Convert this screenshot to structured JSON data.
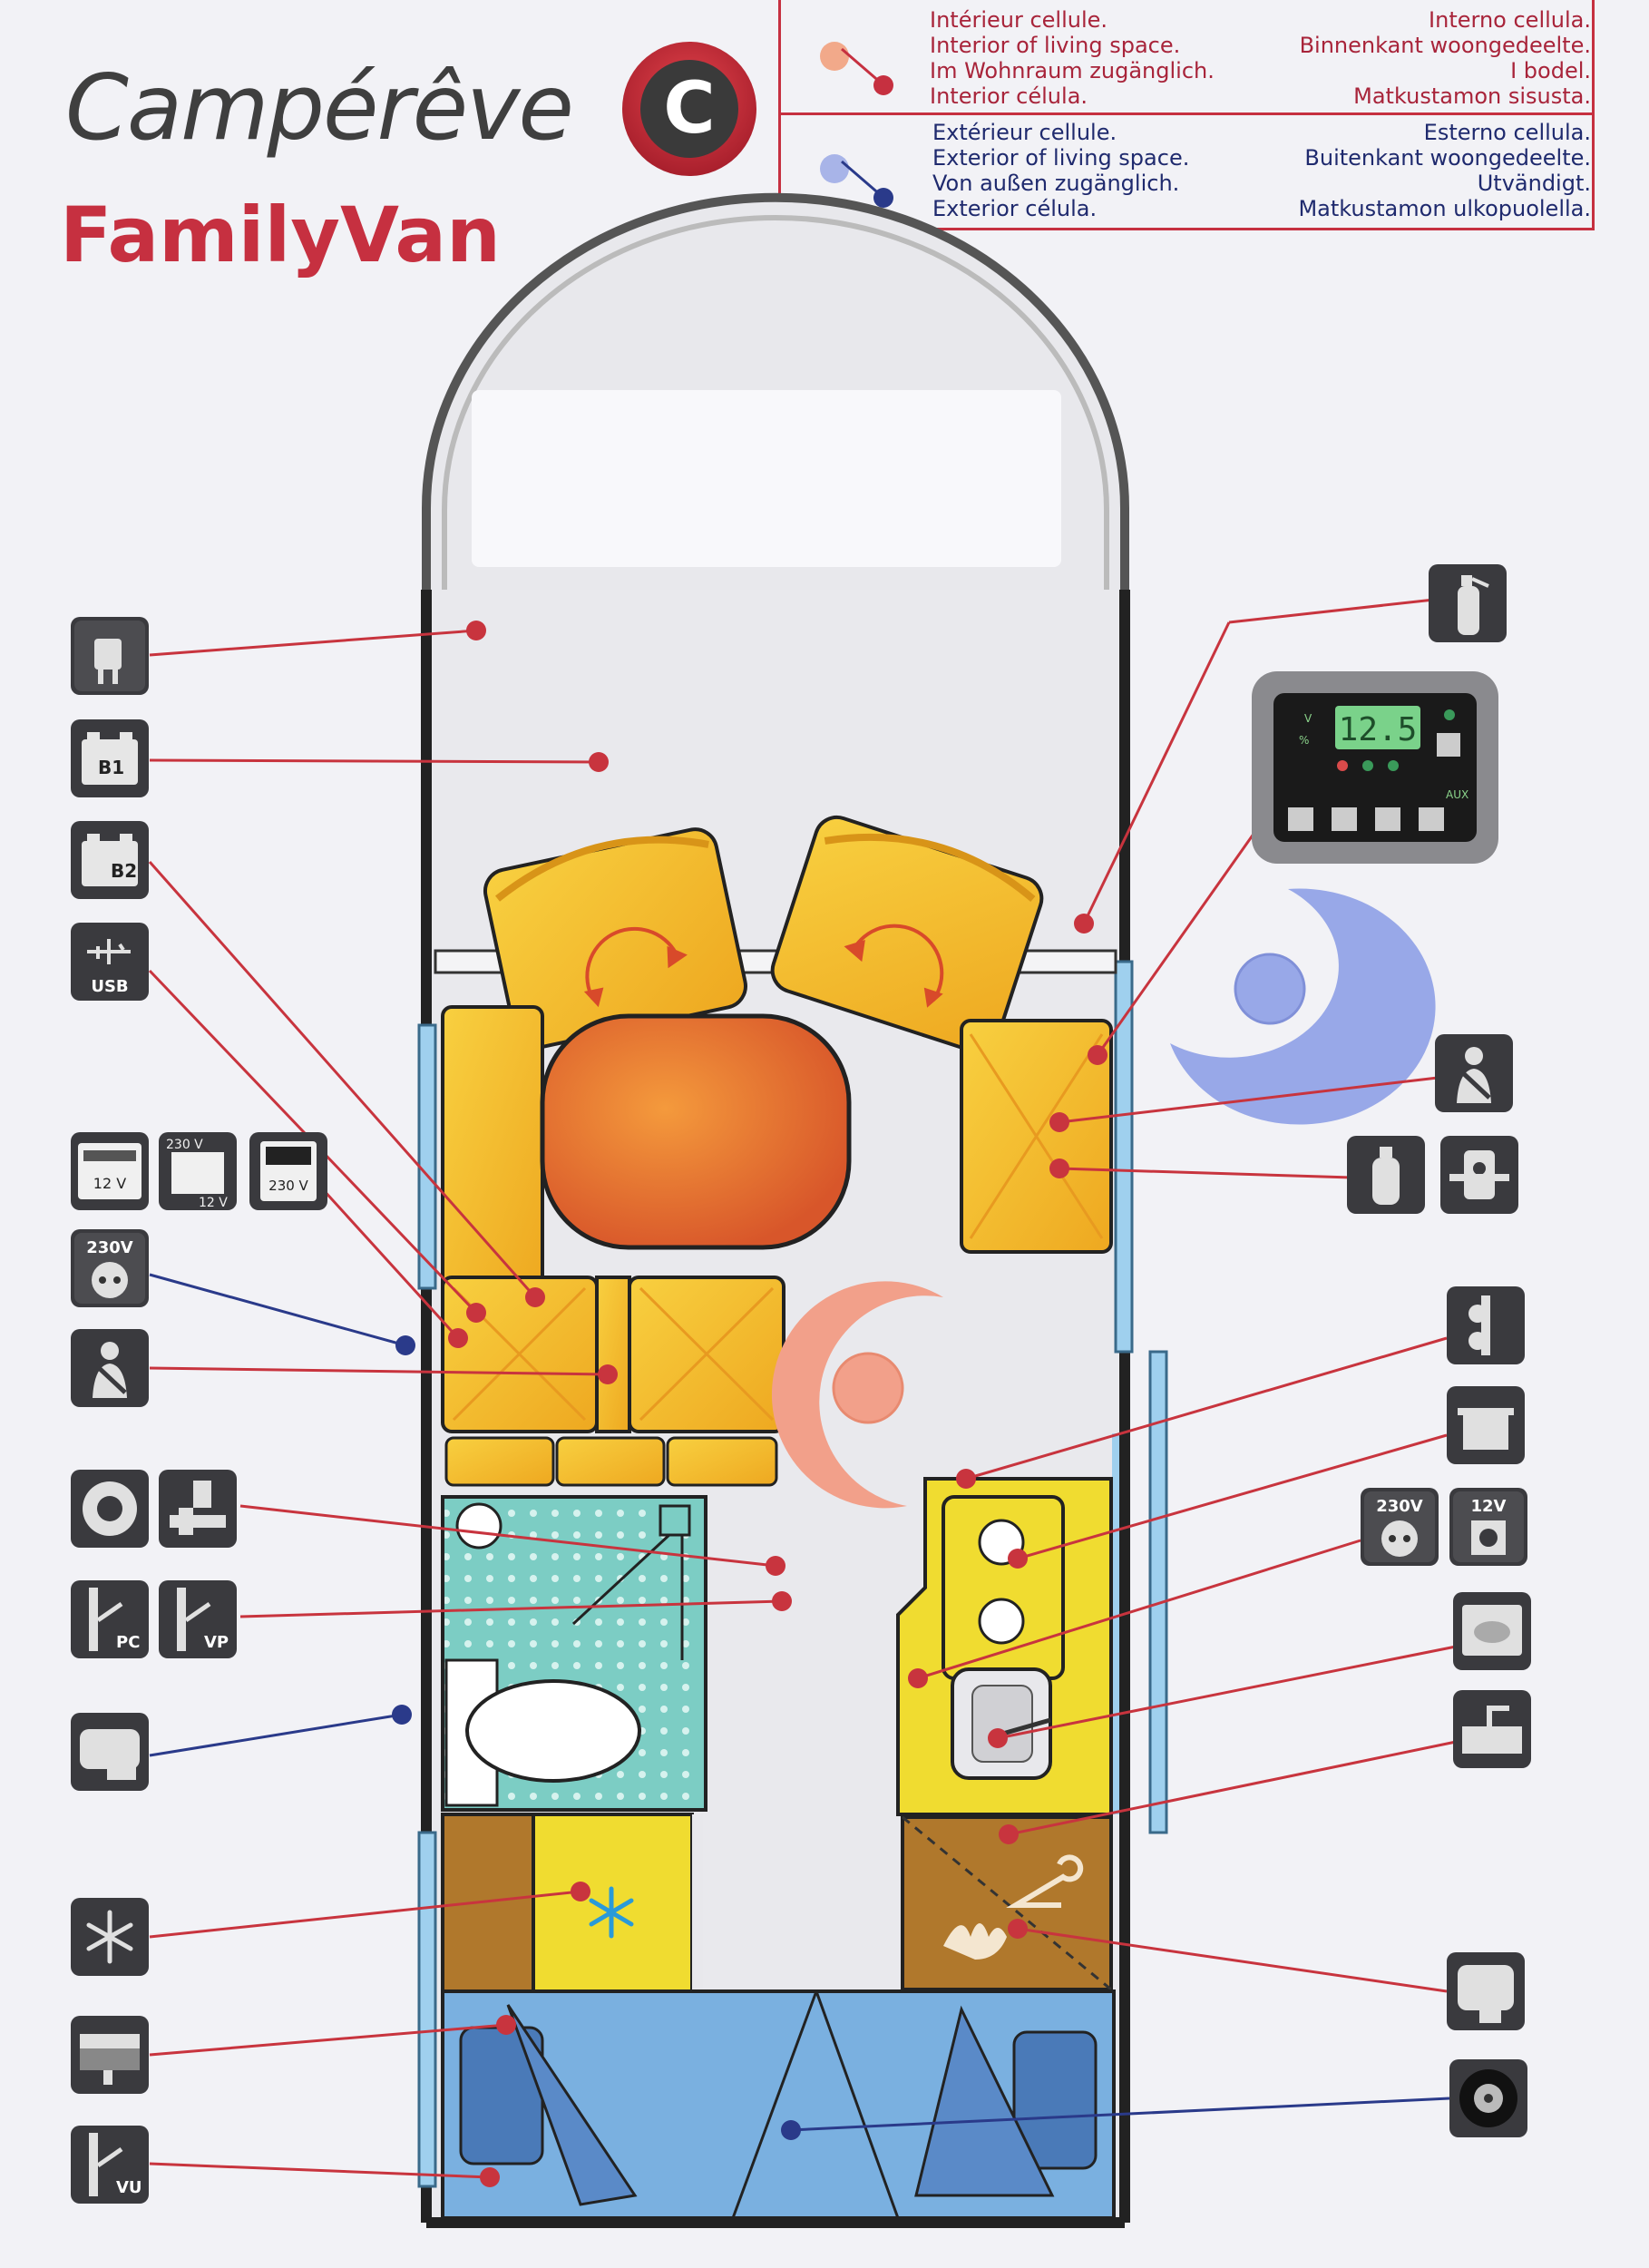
{
  "header": {
    "brand": "Campérêve",
    "brand_logo_letter": "C",
    "model": "FamilyVan"
  },
  "legend": {
    "interior": {
      "left_lines": [
        "Intérieur cellule.",
        "Interior of living space.",
        "Im Wohnraum zugänglich.",
        "Interior célula."
      ],
      "right_lines": [
        "Interno cellula.",
        "Binnenkant woongedeelte.",
        "I bodel.",
        "Matkustamon sisusta."
      ],
      "color": "#c63040"
    },
    "exterior": {
      "left_lines": [
        "Extérieur cellule.",
        "Exterior of living space.",
        "Von außen zugänglich.",
        "Exterior célula."
      ],
      "right_lines": [
        "Esterno cellula.",
        "Buitenkant woongedeelte.",
        "Utvändigt.",
        "Matkustamon ulkopuolella."
      ],
      "color": "#2a3a8a"
    }
  },
  "icons": {
    "left": [
      {
        "name": "plug-icon"
      },
      {
        "name": "battery-b1-icon",
        "label": "B1"
      },
      {
        "name": "battery-b2-icon",
        "label": "B2"
      },
      {
        "name": "usb-icon",
        "label": "USB"
      },
      {
        "name": "charger-12v-icon",
        "label": "12 V"
      },
      {
        "name": "converter-230v-12v-icon",
        "top_label": "230 V",
        "bottom_label": "12 V"
      },
      {
        "name": "inverter-230v-icon",
        "label": "230 V"
      },
      {
        "name": "socket-230v-icon",
        "label": "230V"
      },
      {
        "name": "seatbelt-icon"
      },
      {
        "name": "hose-reel-icon"
      },
      {
        "name": "water-valve-icon"
      },
      {
        "name": "drain-valve-pc-icon",
        "label": "PC"
      },
      {
        "name": "drain-valve-vp-icon",
        "label": "VP"
      },
      {
        "name": "toilet-cassette-icon"
      },
      {
        "name": "fridge-snowflake-icon"
      },
      {
        "name": "grey-water-tank-icon"
      },
      {
        "name": "drain-valve-vu-icon",
        "label": "VU"
      }
    ],
    "right": [
      {
        "name": "fire-extinguisher-icon"
      },
      {
        "name": "seatbelt-icon"
      },
      {
        "name": "gas-bottle-icon"
      },
      {
        "name": "gas-regulator-icon"
      },
      {
        "name": "gas-valves-icon"
      },
      {
        "name": "cooking-pot-icon"
      },
      {
        "name": "socket-230v-icon",
        "label": "230V"
      },
      {
        "name": "socket-12v-icon",
        "label": "12V"
      },
      {
        "name": "oven-grill-icon"
      },
      {
        "name": "sink-tap-icon"
      },
      {
        "name": "water-heater-icon"
      },
      {
        "name": "spare-wheel-icon"
      }
    ]
  },
  "control_panel": {
    "display": "12.5",
    "aux_label": "AUX",
    "v_label": "V",
    "percent_label": "%"
  },
  "labels": {
    "v_label_short": "V"
  },
  "colors": {
    "interior_dot": "#c8343e",
    "exterior_dot": "#2a3a8a",
    "seat_yellow": "#f5c02a",
    "table_orange": "#e8782a",
    "bathroom_teal": "#7ccdc4",
    "kitchen_yellow": "#f0dc30",
    "wardrobe_brown": "#b0782c",
    "garage_blue": "#7ab0e0"
  }
}
